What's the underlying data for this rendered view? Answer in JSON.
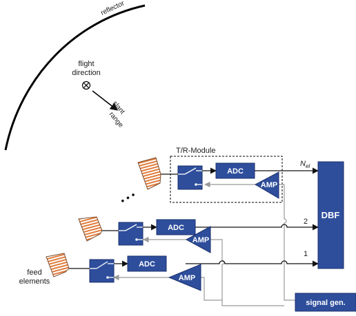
{
  "labels": {
    "reflector": "reflector",
    "flight_line1": "flight",
    "flight_line2": "direction",
    "slant_line1": "slant",
    "slant_line2": "range",
    "tr_module": "T/R-Module",
    "n_el": "N",
    "n_el_sub": "el",
    "feed_line1": "feed",
    "feed_line2": "elements",
    "ch2": "2",
    "ch1": "1",
    "dots": "•  •  •"
  },
  "blocks": {
    "adc": "ADC",
    "amp": "AMP",
    "dbf": "DBF",
    "signal_gen": "signal gen."
  },
  "colors": {
    "block_fill": "#2e4e9c",
    "block_stroke": "#1b2f6b",
    "horn_stripe": "#e07b39",
    "feedback_line": "#999999",
    "signal_line": "#111111"
  }
}
